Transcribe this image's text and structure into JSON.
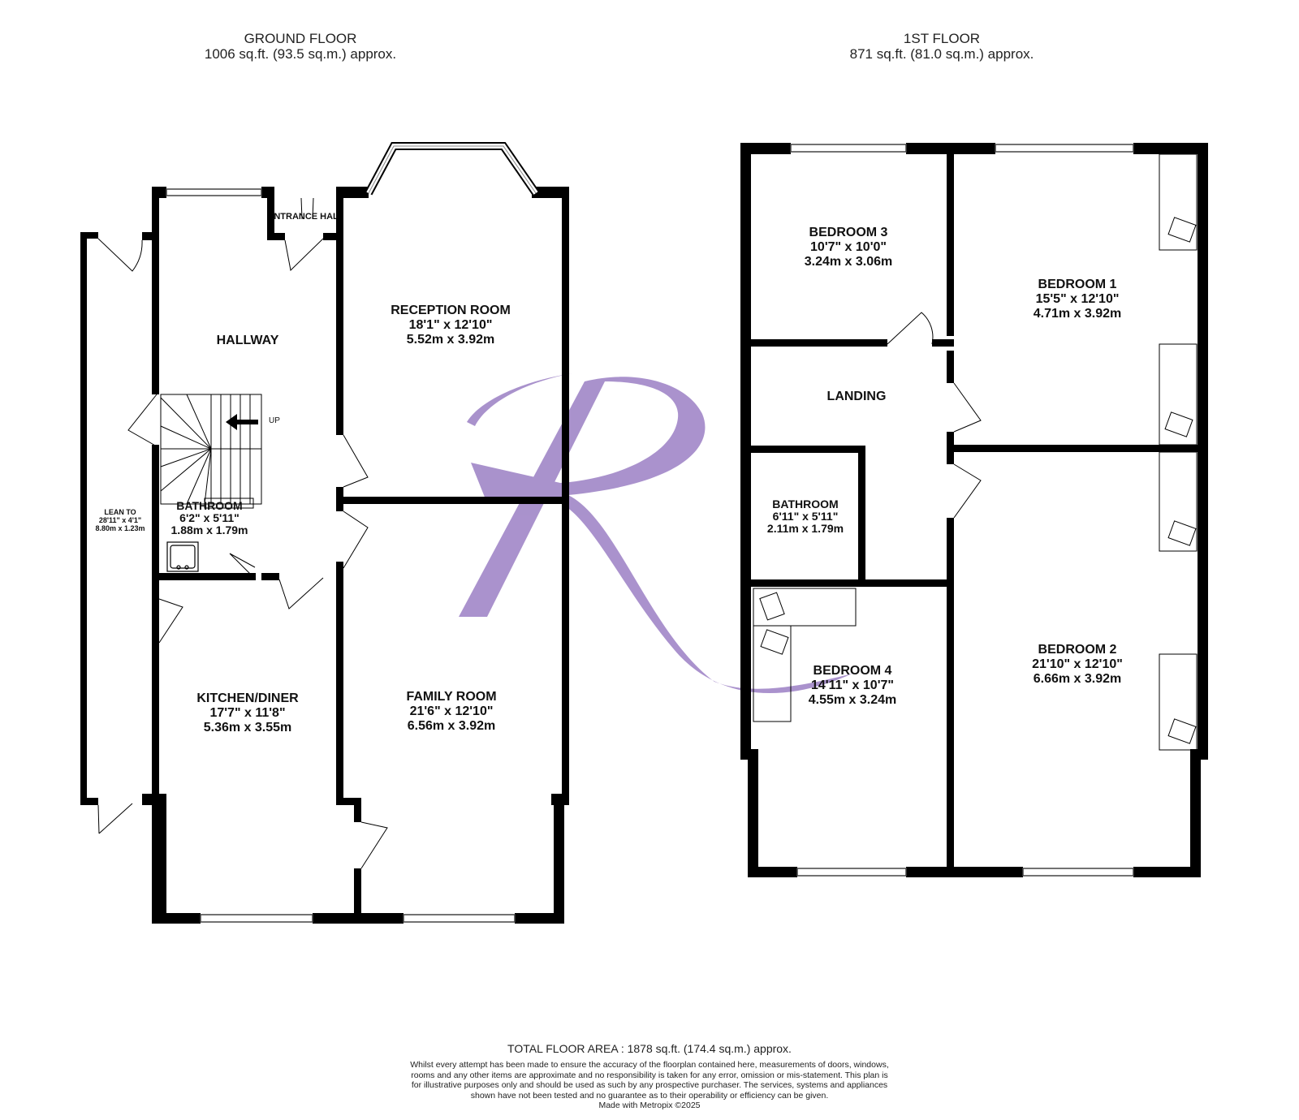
{
  "ground_floor": {
    "title": "GROUND FLOOR",
    "area": "1006 sq.ft. (93.5 sq.m.) approx.",
    "rooms": {
      "reception": {
        "name": "RECEPTION ROOM",
        "imperial": "18'1\"  x 12'10\"",
        "metric": "5.52m  x 3.92m"
      },
      "hallway": {
        "name": "HALLWAY"
      },
      "entrance_hall": {
        "name": "ENTRANCE HALL"
      },
      "bathroom": {
        "name": "BATHROOM",
        "imperial": "6'2\"  x 5'11\"",
        "metric": "1.88m  x 1.79m"
      },
      "lean_to": {
        "name": "LEAN TO",
        "imperial": "28'11\"  x 4'1\"",
        "metric": "8.80m  x 1.23m"
      },
      "kitchen": {
        "name": "KITCHEN/DINER",
        "imperial": "17'7\"  x 11'8\"",
        "metric": "5.36m  x 3.55m"
      },
      "family": {
        "name": "FAMILY ROOM",
        "imperial": "21'6\"  x 12'10\"",
        "metric": "6.56m  x 3.92m"
      }
    },
    "stairs_label": "UP"
  },
  "first_floor": {
    "title": "1ST FLOOR",
    "area": "871 sq.ft. (81.0 sq.m.) approx.",
    "rooms": {
      "bedroom3": {
        "name": "BEDROOM 3",
        "imperial": "10'7\"  x 10'0\"",
        "metric": "3.24m  x 3.06m"
      },
      "bedroom1": {
        "name": "BEDROOM 1",
        "imperial": "15'5\"  x 12'10\"",
        "metric": "4.71m  x 3.92m"
      },
      "landing": {
        "name": "LANDING"
      },
      "bathroom": {
        "name": "BATHROOM",
        "imperial": "6'11\"  x 5'11\"",
        "metric": "2.11m  x 1.79m"
      },
      "bedroom4": {
        "name": "BEDROOM 4",
        "imperial": "14'11\"  x 10'7\"",
        "metric": "4.55m  x 3.24m"
      },
      "bedroom2": {
        "name": "BEDROOM 2",
        "imperial": "21'10\"  x 12'10\"",
        "metric": "6.66m  x 3.92m"
      }
    }
  },
  "footer": {
    "total": "TOTAL FLOOR AREA : 1878 sq.ft. (174.4 sq.m.) approx.",
    "disclaimer": "Whilst every attempt has been made to ensure the accuracy of the floorplan contained here, measurements of doors, windows, rooms and any other items are approximate and no responsibility is taken for any error, omission or mis-statement. This plan is for illustrative purposes only and should be used as such by any prospective purchaser. The services, systems and appliances shown have not been tested and no guarantee as to their operability or efficiency can be given.",
    "made_with": "Made with Metropix ©2025"
  },
  "colors": {
    "wall": "#000000",
    "watermark": "#9b7fc4",
    "window": "#cccccc"
  },
  "watermark_icon": "r-logo-watermark"
}
